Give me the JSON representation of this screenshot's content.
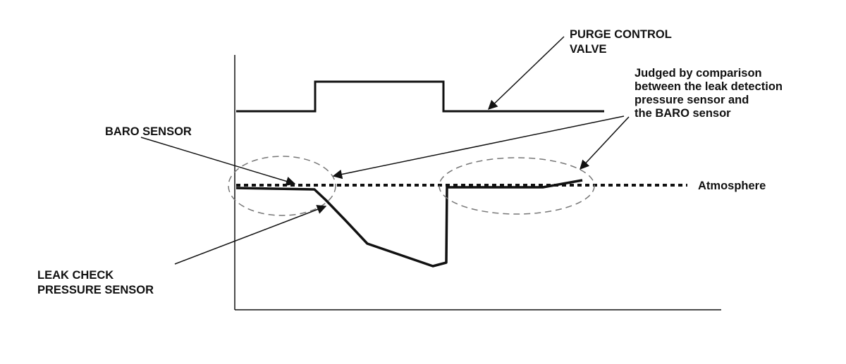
{
  "labels": {
    "purge_control_valve": [
      "PURGE CONTROL",
      "VALVE"
    ],
    "judged_note": [
      "Judged by comparison",
      "between the leak detection",
      "pressure sensor and",
      "the BARO sensor"
    ],
    "baro_sensor": "BARO SENSOR",
    "atmosphere": "Atmosphere",
    "leak_check_sensor": [
      "LEAK CHECK",
      "PRESSURE SENSOR"
    ]
  },
  "colors": {
    "ink": "#111111",
    "dashed_ellipse": "#777777",
    "background": "#ffffff"
  }
}
